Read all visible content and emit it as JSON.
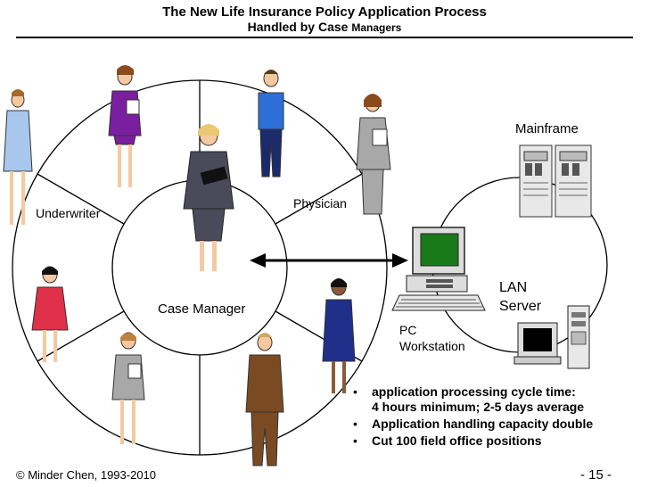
{
  "header": {
    "title_line1": "The New Life Insurance Policy Application Process",
    "title_line2_bold": "Handled by Case ",
    "title_line2_small": "Managers"
  },
  "diagram": {
    "roles": {
      "underwriter": "Underwriter",
      "physician": "Physician",
      "case_manager": "Case Manager"
    },
    "systems": {
      "mainframe": "Mainframe",
      "lan_server_line1": "LAN",
      "lan_server_line2": "Server",
      "pc_line1": "PC",
      "pc_line2": "Workstation"
    }
  },
  "bullets": [
    {
      "line1": "application processing cycle time:",
      "line2": "4 hours minimum; 2-5 days average"
    },
    {
      "line1": "Application handling capacity double"
    },
    {
      "line1": "Cut 100 field office positions"
    }
  ],
  "footer": {
    "copyright": "© Minder Chen, 1993-2010",
    "page_number": "- 15 -"
  },
  "colors": {
    "pc_screen": "#1a7a1a",
    "server_screen": "#000000",
    "purple_suit": "#7a1fa0",
    "blue_shirt": "#2d6fd6",
    "red_dress": "#e0304a",
    "navy_dress": "#1f2f8a",
    "brown_suit": "#7a4a22",
    "gray_suit": "#a8a8a8"
  }
}
